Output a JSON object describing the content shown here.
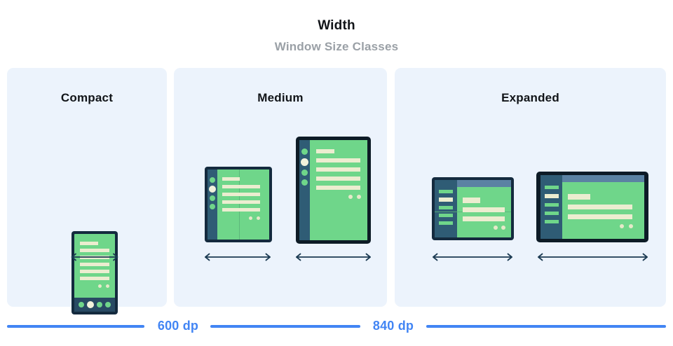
{
  "header": {
    "title": "Width",
    "subtitle": "Window Size Classes"
  },
  "panels": [
    {
      "id": "compact",
      "title": "Compact",
      "devices": [
        "phone"
      ]
    },
    {
      "id": "medium",
      "title": "Medium",
      "devices": [
        "foldable-portrait",
        "tablet-portrait"
      ]
    },
    {
      "id": "expanded",
      "title": "Expanded",
      "devices": [
        "foldable-landscape",
        "tablet-landscape"
      ]
    }
  ],
  "breakpoints": [
    {
      "label": "600 dp"
    },
    {
      "label": "840 dp"
    }
  ],
  "colors": {
    "panel_background": "#ecf3fc",
    "device_frame_dark": "#142a3e",
    "device_frame_black": "#0d1b26",
    "screen_green": "#6fd68a",
    "content_cream": "#ecedd0",
    "rail_blue": "#2f5c75",
    "topbar_blue": "#5b82a3",
    "breakpoint_blue": "#4285f4",
    "title_text": "#111418",
    "subtitle_text": "#9aa0a6"
  },
  "icons": {
    "width_arrow": "double-headed-horizontal-arrow"
  }
}
